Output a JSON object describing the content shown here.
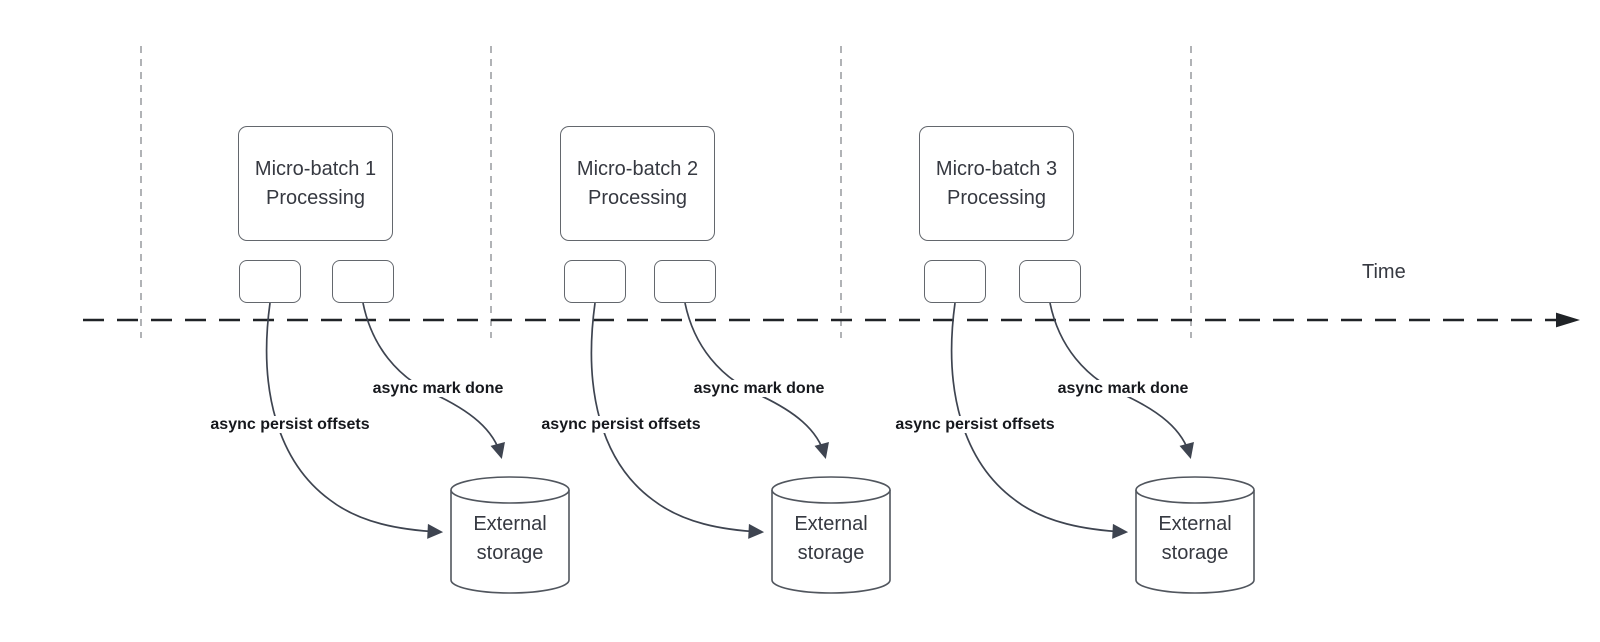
{
  "diagram": {
    "type": "flow-timeline",
    "time_axis": {
      "label": "Time"
    },
    "batches": [
      {
        "title": "Micro-batch 1",
        "subtitle": "Processing",
        "persist_label": "async persist offsets",
        "mark_done_label": "async mark done",
        "storage_line1": "External",
        "storage_line2": "storage"
      },
      {
        "title": "Micro-batch 2",
        "subtitle": "Processing",
        "persist_label": "async persist offsets",
        "mark_done_label": "async mark done",
        "storage_line1": "External",
        "storage_line2": "storage"
      },
      {
        "title": "Micro-batch 3",
        "subtitle": "Processing",
        "persist_label": "async persist offsets",
        "mark_done_label": "async mark done",
        "storage_line1": "External",
        "storage_line2": "storage"
      }
    ],
    "colors": {
      "shape_border": "#63676d",
      "cylinder_border": "#51565e",
      "arrow": "#3e4450",
      "timeline": "#202327",
      "gridline": "#b1b3b6",
      "shape_text": "#363941",
      "label_text": "#16181d",
      "background": "#ffffff"
    }
  }
}
